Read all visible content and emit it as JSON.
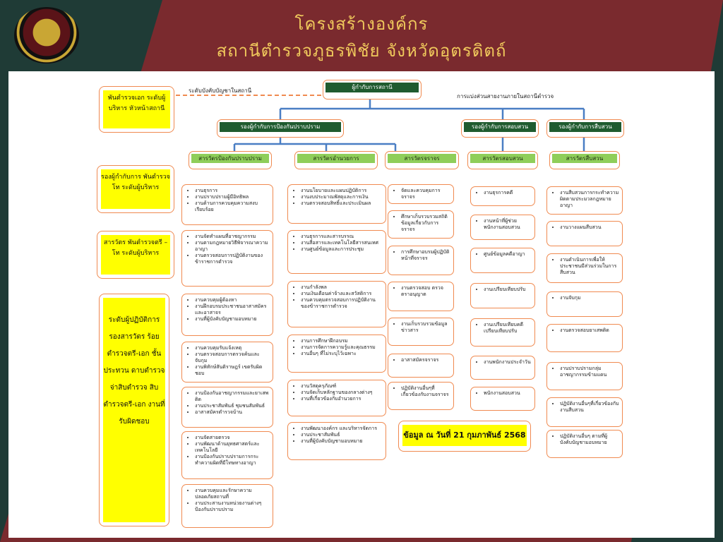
{
  "header": {
    "title_line1": "โครงสร้างองค์กร",
    "title_line2": "สถานีตำรวจภูธรพิชัย  จังหวัดอุตรดิตถ์",
    "logo_icon": "police-emblem-icon"
  },
  "colors": {
    "maroon": "#7a2a2e",
    "dark_green": "#1f3b36",
    "title_gold": "#f0c95c",
    "box_border": "#f08a50",
    "line_blue": "#4a7ec4",
    "dashed_orange": "#f08a50",
    "header_green": "#1f5b2f",
    "header_light_green": "#8fce5a",
    "highlight_yellow": "#ffff00"
  },
  "chart": {
    "line_label_command": "ระดับบังคับบัญชาในสถานี",
    "line_label_division": "การแบ่งส่วนสายงานภายในสถานีตำรวจ",
    "root": "ผู้กำกับการสถานี",
    "deputies": [
      "รองผู้กำกับการป้องกันปราบปราม",
      "รองผู้กำกับการสอบสวน",
      "รองผู้กำกับการสืบสวน"
    ],
    "sections": [
      "สารวัตรป้องกันปราบปราม",
      "สารวัตรอำนวยการ",
      "สารวัตรจราจร",
      "สารวัตรสอบสวน",
      "สารวัตรสืบสวน"
    ],
    "side_levels": [
      "พันตำรวจเอก ระดับผู้บริหาร หัวหน้าสถานี",
      "รองผู้กำกับการ พันตำรวจโท ระดับผู้บริหาร",
      "สารวัตร พันตำรวจตรี – โท ระดับผู้บริหาร",
      "ระดับผู้ปฏิบัติการ รองสารวัตร ร้อยตำรวจตรี-เอก ชั้นประทวน ดาบตำรวจ จ่าสิบตำรวจ สิบตำรวจตรี-เอก งานที่รับผิดชอบ"
    ],
    "date_note": "ข้อมูล ณ วันที่ 21 กุมภาพันธ์ 2568",
    "col1": [
      [
        "งานธุรการ",
        "งานปราบปรามผู้มีอิทธิพล",
        "งานด้านการควบคุมความสงบเรียบร้อย"
      ],
      [
        "งานจัดทำแผนที่อาชญากรรม",
        "งานตามกฎหมายวิธีพิจารณาความอาญา",
        "งานตรวจสอบการปฏิบัติงานของข้าราชการตำรวจ"
      ],
      [
        "งานควบคุมผู้ต้องหา",
        "งานฝึกอบรมประชาชนอาสาสมัครและอาสาจร",
        "งานที่ผู้บังคับบัญชามอบหมาย"
      ],
      [
        "งานควบคุมรับแจ้งเหตุ",
        "งานตรวจสอบการตรวจค้นและจับกุม",
        "งานพิทักษ์สันติราษฎร์ เขตรับผิดชอบ"
      ],
      [
        "งานป้องกันอาชญากรรมและยาเสพติด",
        "งานประชาสัมพันธ์ ชุมชนสัมพันธ์",
        "อาสาสมัครตำรวจบ้าน"
      ],
      [
        "งานจัดสายตรวจ",
        "งานพัฒนาด้านยุทธศาสตร์และเทคโนโลยี",
        "งานป้องกันปราบปรามการกระทำความผิดที่มีโทษทางอาญา"
      ],
      [
        "งานควบคุมและรักษาความปลอดภัยสถานที่",
        "งานประสานงานหน่วยงานต่างๆ ป้องกันปราบปราม"
      ]
    ],
    "col2": [
      [
        "งานนโยบายและแผนปฏิบัติการ",
        "งานงบประมาณพัสดุและการเงิน",
        "งานตรวจสอบสิทธิ์และประเมินผล"
      ],
      [
        "งานธุรการและสารบรรณ",
        "งานสื่อสารและเทคโนโลยีสารสนเทศ",
        "งานศูนย์ข้อมูลและการประชุม"
      ],
      [
        "งานกำลังพล",
        "งานเงินเดือนค่าจ้างและสวัสดิการ",
        "งานควบคุมตรวจสอบการปฏิบัติงานของข้าราชการตำรวจ"
      ],
      [
        "งานการศึกษาฝึกอบรม",
        "งานการจัดการความรู้และคุณธรรม",
        "งานอื่นๆ ที่ไม่ระบุไว้เฉพาะ"
      ],
      [
        "งานวัสดุครุภัณฑ์",
        "งานจัดเก็บหลักฐานของกลางต่างๆ",
        "งานที่เกี่ยวข้องกับอำนวยการ"
      ],
      [
        "งานพัฒนาองค์กร และบริหารจัดการ",
        "งานประชาสัมพันธ์",
        "งานที่ผู้บังคับบัญชามอบหมาย"
      ]
    ],
    "col3": [
      [
        "จัดและควบคุมการจราจร"
      ],
      [
        "ศึกษาเก็บรวบรวมสถิติข้อมูลเกี่ยวกับการจราจร"
      ],
      [
        "การศึกษาอบรมผู้ปฏิบัติหน้าที่จราจร"
      ],
      [
        "งานตรวจสอบ ตรวจตราอนุญาต"
      ],
      [
        "งานเก็บรวบรวมข้อมูลข่าวสาร"
      ],
      [
        "อาสาสมัครจราจร"
      ],
      [
        "ปฏิบัติงานอื่นๆที่เกี่ยวข้องกับงานจราจร"
      ]
    ],
    "col4": [
      [
        "งานธุรการคดี"
      ],
      [
        "งานหน้าที่ผู้ช่วยพนักงานสอบสวน"
      ],
      [
        "ศูนย์ข้อมูลคดีอาญา"
      ],
      [
        "งานเปรียบเทียบปรับ"
      ],
      [
        "งานเปรียบเทียบคดีเปรียบเทียบปรับ"
      ],
      [
        "งานพนักงานประจำวัน"
      ],
      [
        "พนักงานสอบสวน"
      ]
    ],
    "col5": [
      [
        "งานสืบสวนการกระทำความผิดตามประมวลกฎหมายอาญา"
      ],
      [
        "งานวางแผนสืบสวน"
      ],
      [
        "งานดำเนินการเพื่อให้ประชาชนมีส่วนร่วมในการสืบสวน"
      ],
      [
        "งานจับกุม"
      ],
      [
        "งานตรวจสอบยาเสพติด"
      ],
      [
        "งานปราบปรามกลุ่มอาชญากรรมข้ามแดน"
      ],
      [
        "ปฏิบัติงานอื่นๆที่เกี่ยวข้องกับงานสืบสวน"
      ],
      [
        "ปฏิบัติงานอื่นๆ ตามที่ผู้บังคับบัญชามอบหมาย"
      ]
    ]
  }
}
